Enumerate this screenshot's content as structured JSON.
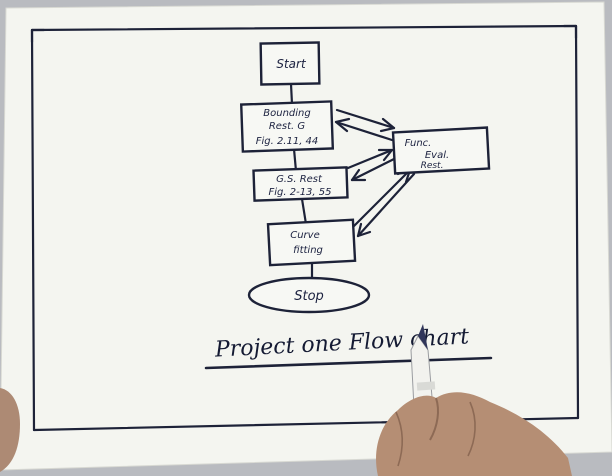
{
  "diagram": {
    "nodes": {
      "start": {
        "lines": [
          "Start"
        ]
      },
      "bounding": {
        "lines": [
          "Bounding",
          "Rest. G",
          "Fig. 2.11, 44"
        ]
      },
      "func_eval": {
        "lines": [
          "Func.",
          "Eval.",
          "Rest."
        ]
      },
      "gs": {
        "lines": [
          "G.S. Rest",
          "Fig. 2-13, 55"
        ]
      },
      "curve": {
        "lines": [
          "Curve",
          "fitting"
        ]
      },
      "stop": {
        "lines": [
          "Stop"
        ]
      }
    },
    "caption": "Project one Flow chart"
  },
  "colors": {
    "ink": "#1d2238",
    "paper": "#f7f8f4",
    "background": "#b9bbc0"
  },
  "icons": [
    "marker-pen-icon",
    "hand-icon"
  ]
}
